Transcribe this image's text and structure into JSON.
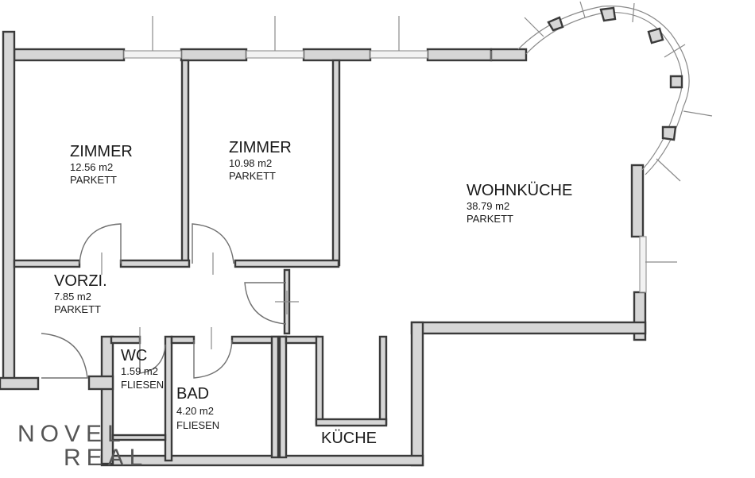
{
  "rooms": {
    "zimmer1": {
      "name": "ZIMMER",
      "area": "12.56 m2",
      "floor": "PARKETT"
    },
    "zimmer2": {
      "name": "ZIMMER",
      "area": "10.98 m2",
      "floor": "PARKETT"
    },
    "wohnkueche": {
      "name": "WOHNKÜCHE",
      "area": "38.79 m2",
      "floor": "PARKETT"
    },
    "vorzi": {
      "name": "VORZI.",
      "area": "7.85 m2",
      "floor": "PARKETT"
    },
    "wc": {
      "name": "WC",
      "area": "1.59 m2",
      "floor": "FLIESEN"
    },
    "bad": {
      "name": "BAD",
      "area": "4.20 m2",
      "floor": "FLIESEN"
    },
    "kueche": {
      "name": "KÜCHE"
    }
  },
  "logo": {
    "line1": "NOVEL",
    "line2": "REAL"
  },
  "colors": {
    "wall_fill": "#d6d6d6",
    "wall_stroke": "#3a3a3a",
    "text": "#1a1a1a",
    "logo": "#555555"
  }
}
